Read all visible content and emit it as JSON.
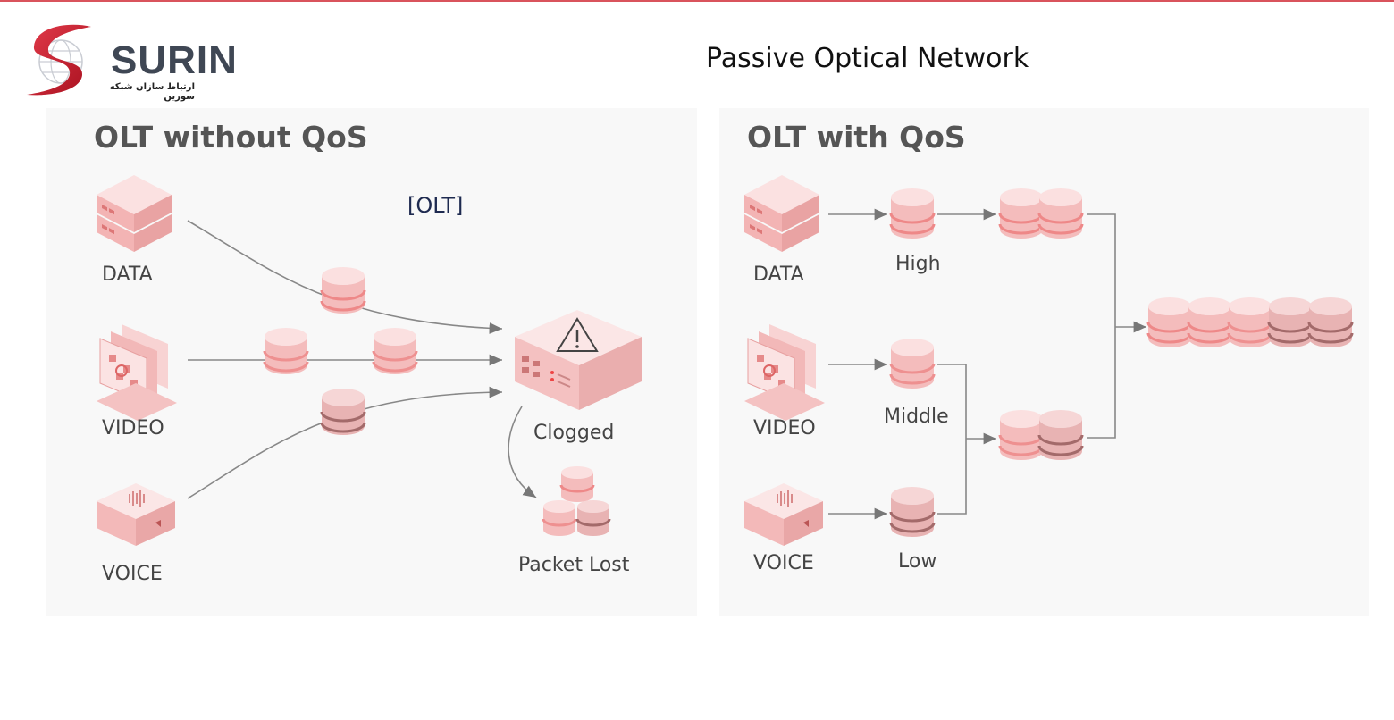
{
  "brand": {
    "name": "SURIN",
    "tagline": "ارتباط سازان شبکه سورین"
  },
  "page_title": "Passive Optical Network",
  "colors": {
    "accent": "#d9535c",
    "panel_bg": "#f8f8f8",
    "device_pink": "#f6c9c9",
    "device_dark": "#c99393"
  },
  "left_panel": {
    "title": "OLT without QoS",
    "olt_tag": "[OLT]",
    "sources": [
      "DATA",
      "VIDEO",
      "VOICE"
    ],
    "olt_status": "Clogged",
    "loss_label": "Packet Lost",
    "olt_icon": "warning-icon"
  },
  "right_panel": {
    "title": "OLT with QoS",
    "sources": [
      "DATA",
      "VIDEO",
      "VOICE"
    ],
    "priorities": [
      "High",
      "Middle",
      "Low"
    ]
  }
}
